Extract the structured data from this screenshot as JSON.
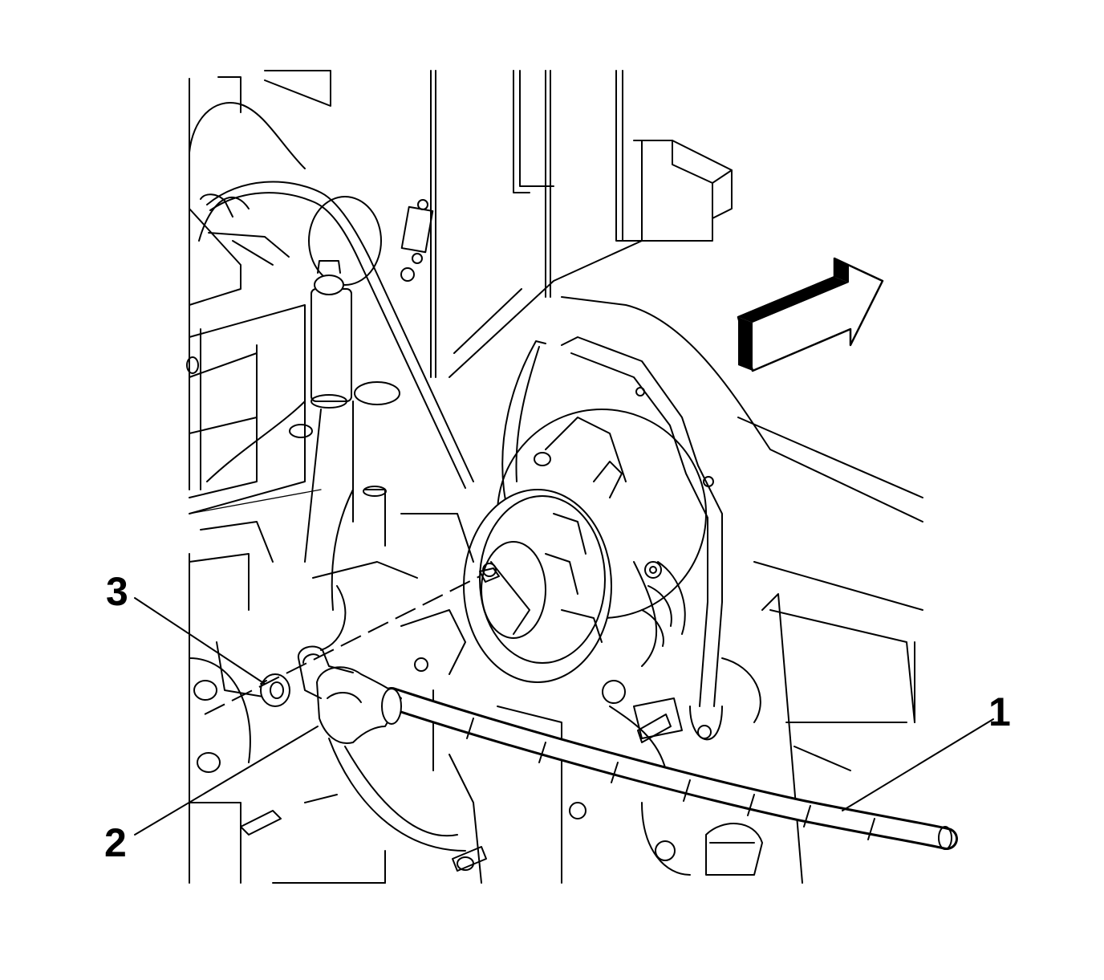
{
  "figure": {
    "callouts": [
      {
        "id": "1",
        "label": "1",
        "target": "battery-positive-cable"
      },
      {
        "id": "2",
        "label": "2",
        "target": "cable-terminal"
      },
      {
        "id": "3",
        "label": "3",
        "target": "terminal-nut"
      }
    ],
    "direction_arrow_icon": "front-direction-arrow-icon",
    "components": [
      "generator",
      "drive-belt",
      "bracket",
      "engine-block",
      "battery-cable",
      "terminal-nut",
      "cable-terminal"
    ],
    "colors": {
      "line": "#000000",
      "background": "#ffffff"
    }
  }
}
